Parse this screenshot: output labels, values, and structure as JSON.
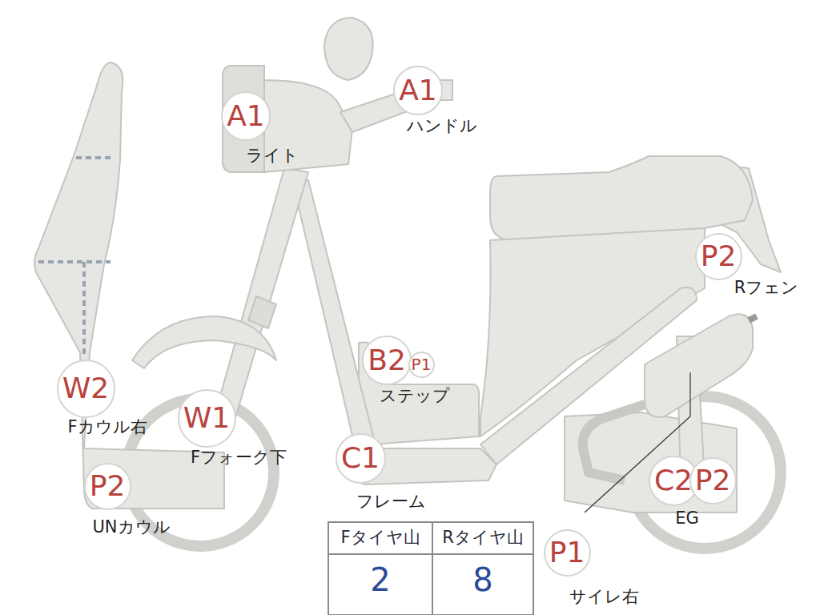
{
  "diagram": {
    "nodes": [
      {
        "text": [
          "A1"
        ]
      },
      {
        "text": [
          "A1"
        ]
      },
      {
        "text": [
          "P2"
        ]
      },
      {
        "text": [
          "B2"
        ]
      },
      {
        "text": [
          "P1"
        ]
      },
      {
        "text": [
          "W2"
        ]
      },
      {
        "text": [
          "W1"
        ]
      },
      {
        "text": [
          "C1"
        ]
      },
      {
        "text": [
          "C2"
        ]
      },
      {
        "text": [
          "P2"
        ]
      },
      {
        "text": [
          "P2"
        ]
      },
      {
        "text": [
          "P1"
        ]
      }
    ],
    "edges": [],
    "labels": [
      "ライト",
      "ハンドル",
      "Rフェン",
      "ステップ",
      "Fカウル右",
      "Fフォーク下",
      "フレーム",
      "EG",
      "UNカウル",
      "サイレ右",
      "Fタイヤ山",
      "Rタイヤ山",
      "2",
      "8"
    ]
  }
}
